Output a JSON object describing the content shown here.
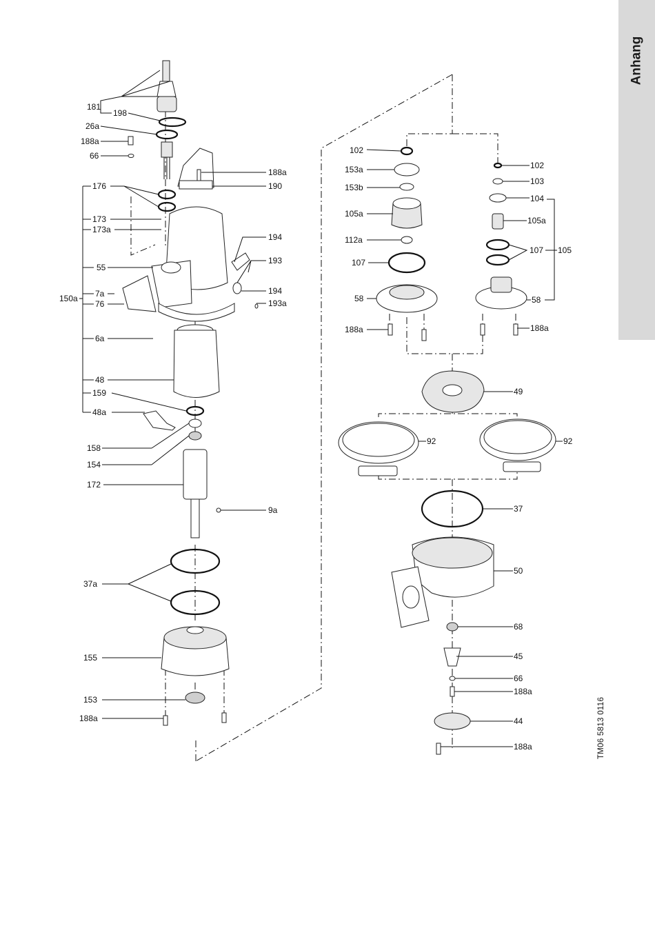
{
  "side_tab": {
    "label": "Anhang"
  },
  "drawing_code": "TM06 5813 0116",
  "parts_left": [
    {
      "id": "181",
      "label": "181"
    },
    {
      "id": "198",
      "label": "198"
    },
    {
      "id": "26a",
      "label": "26a"
    },
    {
      "id": "188a-1",
      "label": "188a"
    },
    {
      "id": "66-1",
      "label": "66"
    },
    {
      "id": "188a-2",
      "label": "188a"
    },
    {
      "id": "190",
      "label": "190"
    },
    {
      "id": "176",
      "label": "176"
    },
    {
      "id": "173",
      "label": "173"
    },
    {
      "id": "173a",
      "label": "173a"
    },
    {
      "id": "194-1",
      "label": "194"
    },
    {
      "id": "193",
      "label": "193"
    },
    {
      "id": "55",
      "label": "55"
    },
    {
      "id": "194-2",
      "label": "194"
    },
    {
      "id": "7a",
      "label": "7a"
    },
    {
      "id": "150a",
      "label": "150a"
    },
    {
      "id": "76",
      "label": "76"
    },
    {
      "id": "193a",
      "label": "193a"
    },
    {
      "id": "6a",
      "label": "6a"
    },
    {
      "id": "48",
      "label": "48"
    },
    {
      "id": "159",
      "label": "159"
    },
    {
      "id": "48a",
      "label": "48a"
    },
    {
      "id": "158",
      "label": "158"
    },
    {
      "id": "154",
      "label": "154"
    },
    {
      "id": "172",
      "label": "172"
    },
    {
      "id": "9a",
      "label": "9a"
    },
    {
      "id": "37a",
      "label": "37a"
    },
    {
      "id": "155",
      "label": "155"
    },
    {
      "id": "153",
      "label": "153"
    },
    {
      "id": "188a-3",
      "label": "188a"
    }
  ],
  "parts_right": [
    {
      "id": "102-1",
      "label": "102"
    },
    {
      "id": "102-2",
      "label": "102"
    },
    {
      "id": "153a",
      "label": "153a"
    },
    {
      "id": "103",
      "label": "103"
    },
    {
      "id": "153b",
      "label": "153b"
    },
    {
      "id": "104",
      "label": "104"
    },
    {
      "id": "105a-1",
      "label": "105a"
    },
    {
      "id": "105a-2",
      "label": "105a"
    },
    {
      "id": "112a",
      "label": "112a"
    },
    {
      "id": "107-1",
      "label": "107"
    },
    {
      "id": "107-2",
      "label": "107"
    },
    {
      "id": "105",
      "label": "105"
    },
    {
      "id": "58-1",
      "label": "58"
    },
    {
      "id": "58-2",
      "label": "58"
    },
    {
      "id": "188a-4",
      "label": "188a"
    },
    {
      "id": "188a-5",
      "label": "188a"
    },
    {
      "id": "49",
      "label": "49"
    },
    {
      "id": "92-1",
      "label": "92"
    },
    {
      "id": "92-2",
      "label": "92"
    },
    {
      "id": "37",
      "label": "37"
    },
    {
      "id": "50",
      "label": "50"
    },
    {
      "id": "68",
      "label": "68"
    },
    {
      "id": "45",
      "label": "45"
    },
    {
      "id": "66-2",
      "label": "66"
    },
    {
      "id": "188a-6",
      "label": "188a"
    },
    {
      "id": "44",
      "label": "44"
    },
    {
      "id": "188a-7",
      "label": "188a"
    }
  ]
}
